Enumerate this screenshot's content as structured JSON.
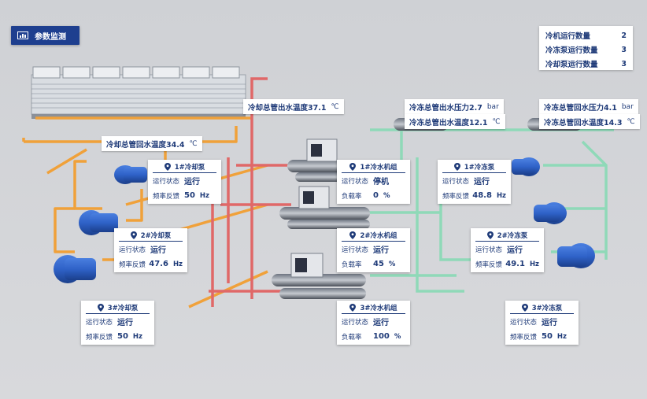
{
  "header": {
    "title": "参数监测",
    "icon": "bar-chart-icon"
  },
  "summary": [
    {
      "label": "冷机运行数量",
      "value": "2"
    },
    {
      "label": "冷冻泵运行数量",
      "value": "3"
    },
    {
      "label": "冷却泵运行数量",
      "value": "3"
    }
  ],
  "readings": {
    "cool_supply_temp": {
      "text": "冷却总管出水温度37.1",
      "unit": "℃"
    },
    "cool_return_temp": {
      "text": "冷却总管回水温度34.4",
      "unit": "℃"
    },
    "chill_supply_pressure": {
      "text": "冷冻总管出水压力2.7",
      "unit": "bar"
    },
    "chill_supply_temp": {
      "text": "冷冻总管出水温度12.1",
      "unit": "℃"
    },
    "chill_return_pressure": {
      "text": "冷冻总管回水压力4.1",
      "unit": "bar"
    },
    "chill_return_temp": {
      "text": "冷冻总管回水温度14.3",
      "unit": "℃"
    }
  },
  "cooling_pumps": [
    {
      "name": "1#冷却泵",
      "status_label": "运行状态",
      "status": "运行",
      "freq_label": "频率反馈",
      "freq": "50",
      "unit": "Hz"
    },
    {
      "name": "2#冷却泵",
      "status_label": "运行状态",
      "status": "运行",
      "freq_label": "频率反馈",
      "freq": "47.6",
      "unit": "Hz"
    },
    {
      "name": "3#冷却泵",
      "status_label": "运行状态",
      "status": "运行",
      "freq_label": "频率反馈",
      "freq": "50",
      "unit": "Hz"
    }
  ],
  "chillers": [
    {
      "name": "1#冷水机组",
      "status_label": "运行状态",
      "status": "停机",
      "load_label": "负载率",
      "load": "0",
      "unit": "%"
    },
    {
      "name": "2#冷水机组",
      "status_label": "运行状态",
      "status": "运行",
      "load_label": "负载率",
      "load": "45",
      "unit": "%"
    },
    {
      "name": "3#冷水机组",
      "status_label": "运行状态",
      "status": "运行",
      "load_label": "负载率",
      "load": "100",
      "unit": "%"
    }
  ],
  "chilled_pumps": [
    {
      "name": "1#冷冻泵",
      "status_label": "运行状态",
      "status": "运行",
      "freq_label": "频率反馈",
      "freq": "48.8",
      "unit": "Hz"
    },
    {
      "name": "2#冷冻泵",
      "status_label": "运行状态",
      "status": "运行",
      "freq_label": "频率反馈",
      "freq": "49.1",
      "unit": "Hz"
    },
    {
      "name": "3#冷冻泵",
      "status_label": "运行状态",
      "status": "运行",
      "freq_label": "频率反馈",
      "freq": "50",
      "unit": "Hz"
    }
  ],
  "colors": {
    "accent": "#1e3f8f",
    "text": "#1e3a78",
    "cooling_pipe": "#f0a13a",
    "hot_pipe": "#e06868",
    "chilled_pipe": "#8fd9b8",
    "pump_blue": "#2f62c8"
  }
}
